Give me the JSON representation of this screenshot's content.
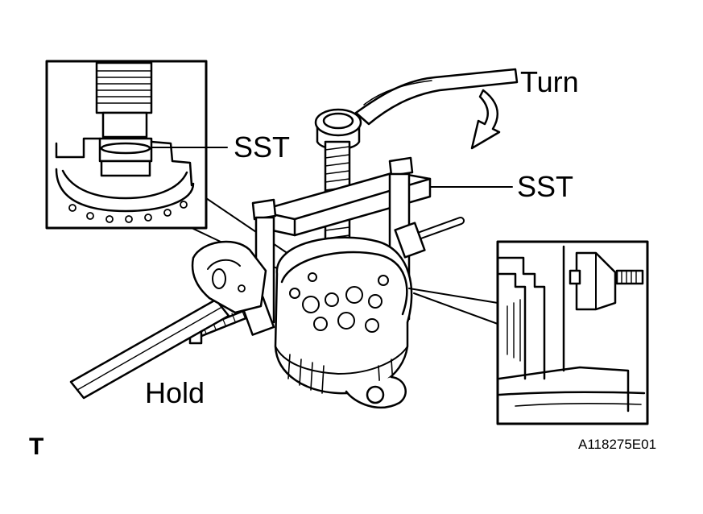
{
  "labels": {
    "turn": "Turn",
    "sst_inset": "SST",
    "sst_main": "SST",
    "hold": "Hold",
    "corner_mark": "T",
    "figure_id": "A118275E01"
  },
  "colors": {
    "ink": "#000000",
    "paper": "#ffffff"
  },
  "icons": {
    "rotation_arrow": "curved-arrow-clockwise-icon"
  }
}
